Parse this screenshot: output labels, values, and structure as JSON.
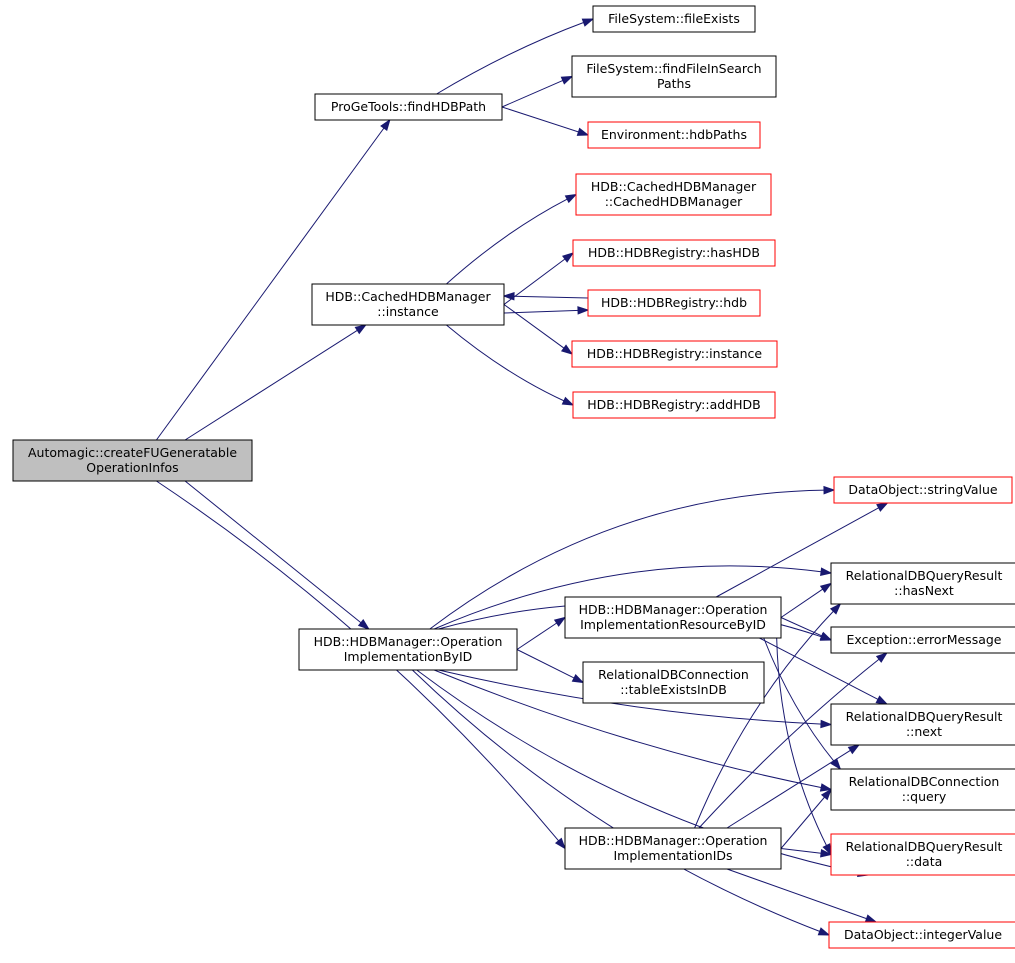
{
  "colors": {
    "edge": "#191970",
    "border_default": "#000000",
    "border_undocumented": "#ff0000",
    "fill_root": "#bfbfbf",
    "fill_default": "#ffffff"
  },
  "nodes": [
    {
      "id": "root",
      "lines": [
        "Automagic::createFUGeneratable",
        "OperationInfos"
      ],
      "style": "root"
    },
    {
      "id": "findHDBPath",
      "lines": [
        "ProGeTools::findHDBPath"
      ],
      "style": "normal"
    },
    {
      "id": "fileExists",
      "lines": [
        "FileSystem::fileExists"
      ],
      "style": "normal"
    },
    {
      "id": "findFileInSearchPaths",
      "lines": [
        "FileSystem::findFileInSearch",
        "Paths"
      ],
      "style": "normal"
    },
    {
      "id": "hdbPaths",
      "lines": [
        "Environment::hdbPaths"
      ],
      "style": "red"
    },
    {
      "id": "cachedCtor",
      "lines": [
        "HDB::CachedHDBManager",
        "::CachedHDBManager"
      ],
      "style": "red"
    },
    {
      "id": "cachedInstance",
      "lines": [
        "HDB::CachedHDBManager",
        "::instance"
      ],
      "style": "normal"
    },
    {
      "id": "hasHDB",
      "lines": [
        "HDB::HDBRegistry::hasHDB"
      ],
      "style": "red"
    },
    {
      "id": "hdb",
      "lines": [
        "HDB::HDBRegistry::hdb"
      ],
      "style": "red"
    },
    {
      "id": "regInstance",
      "lines": [
        "HDB::HDBRegistry::instance"
      ],
      "style": "red"
    },
    {
      "id": "addHDB",
      "lines": [
        "HDB::HDBRegistry::addHDB"
      ],
      "style": "red"
    },
    {
      "id": "opImplByID",
      "lines": [
        "HDB::HDBManager::Operation",
        "ImplementationByID"
      ],
      "style": "normal"
    },
    {
      "id": "opImplResByID",
      "lines": [
        "HDB::HDBManager::Operation",
        "ImplementationResourceByID"
      ],
      "style": "normal"
    },
    {
      "id": "tableExists",
      "lines": [
        "RelationalDBConnection",
        "::tableExistsInDB"
      ],
      "style": "normal"
    },
    {
      "id": "opImplIDs",
      "lines": [
        "HDB::HDBManager::Operation",
        "ImplementationIDs"
      ],
      "style": "normal"
    },
    {
      "id": "stringValue",
      "lines": [
        "DataObject::stringValue"
      ],
      "style": "red"
    },
    {
      "id": "hasNext",
      "lines": [
        "RelationalDBQueryResult",
        "::hasNext"
      ],
      "style": "normal"
    },
    {
      "id": "errorMessage",
      "lines": [
        "Exception::errorMessage"
      ],
      "style": "normal"
    },
    {
      "id": "next",
      "lines": [
        "RelationalDBQueryResult",
        "::next"
      ],
      "style": "normal"
    },
    {
      "id": "query",
      "lines": [
        "RelationalDBConnection",
        "::query"
      ],
      "style": "normal"
    },
    {
      "id": "data",
      "lines": [
        "RelationalDBQueryResult",
        "::data"
      ],
      "style": "red"
    },
    {
      "id": "integerValue",
      "lines": [
        "DataObject::integerValue"
      ],
      "style": "red"
    }
  ],
  "edges": [
    {
      "from": "root",
      "to": "findHDBPath"
    },
    {
      "from": "root",
      "to": "cachedInstance"
    },
    {
      "from": "root",
      "to": "opImplByID"
    },
    {
      "from": "root",
      "to": "opImplIDs"
    },
    {
      "from": "findHDBPath",
      "to": "fileExists"
    },
    {
      "from": "findHDBPath",
      "to": "findFileInSearchPaths"
    },
    {
      "from": "findHDBPath",
      "to": "hdbPaths"
    },
    {
      "from": "cachedInstance",
      "to": "cachedCtor"
    },
    {
      "from": "cachedInstance",
      "to": "hasHDB"
    },
    {
      "from": "cachedInstance",
      "to": "hdb"
    },
    {
      "from": "hdb",
      "to": "cachedInstance"
    },
    {
      "from": "cachedInstance",
      "to": "regInstance"
    },
    {
      "from": "cachedInstance",
      "to": "addHDB"
    },
    {
      "from": "opImplByID",
      "to": "stringValue"
    },
    {
      "from": "opImplByID",
      "to": "hasNext"
    },
    {
      "from": "opImplByID",
      "to": "errorMessage"
    },
    {
      "from": "opImplByID",
      "to": "opImplResByID"
    },
    {
      "from": "opImplByID",
      "to": "tableExists"
    },
    {
      "from": "opImplByID",
      "to": "next"
    },
    {
      "from": "opImplByID",
      "to": "query"
    },
    {
      "from": "opImplByID",
      "to": "data"
    },
    {
      "from": "opImplByID",
      "to": "integerValue"
    },
    {
      "from": "opImplResByID",
      "to": "stringValue"
    },
    {
      "from": "opImplResByID",
      "to": "hasNext"
    },
    {
      "from": "opImplResByID",
      "to": "errorMessage"
    },
    {
      "from": "opImplResByID",
      "to": "next"
    },
    {
      "from": "opImplResByID",
      "to": "query"
    },
    {
      "from": "opImplResByID",
      "to": "data"
    },
    {
      "from": "opImplIDs",
      "to": "hasNext"
    },
    {
      "from": "opImplIDs",
      "to": "errorMessage"
    },
    {
      "from": "opImplIDs",
      "to": "next"
    },
    {
      "from": "opImplIDs",
      "to": "query"
    },
    {
      "from": "opImplIDs",
      "to": "data"
    },
    {
      "from": "opImplIDs",
      "to": "integerValue"
    }
  ]
}
